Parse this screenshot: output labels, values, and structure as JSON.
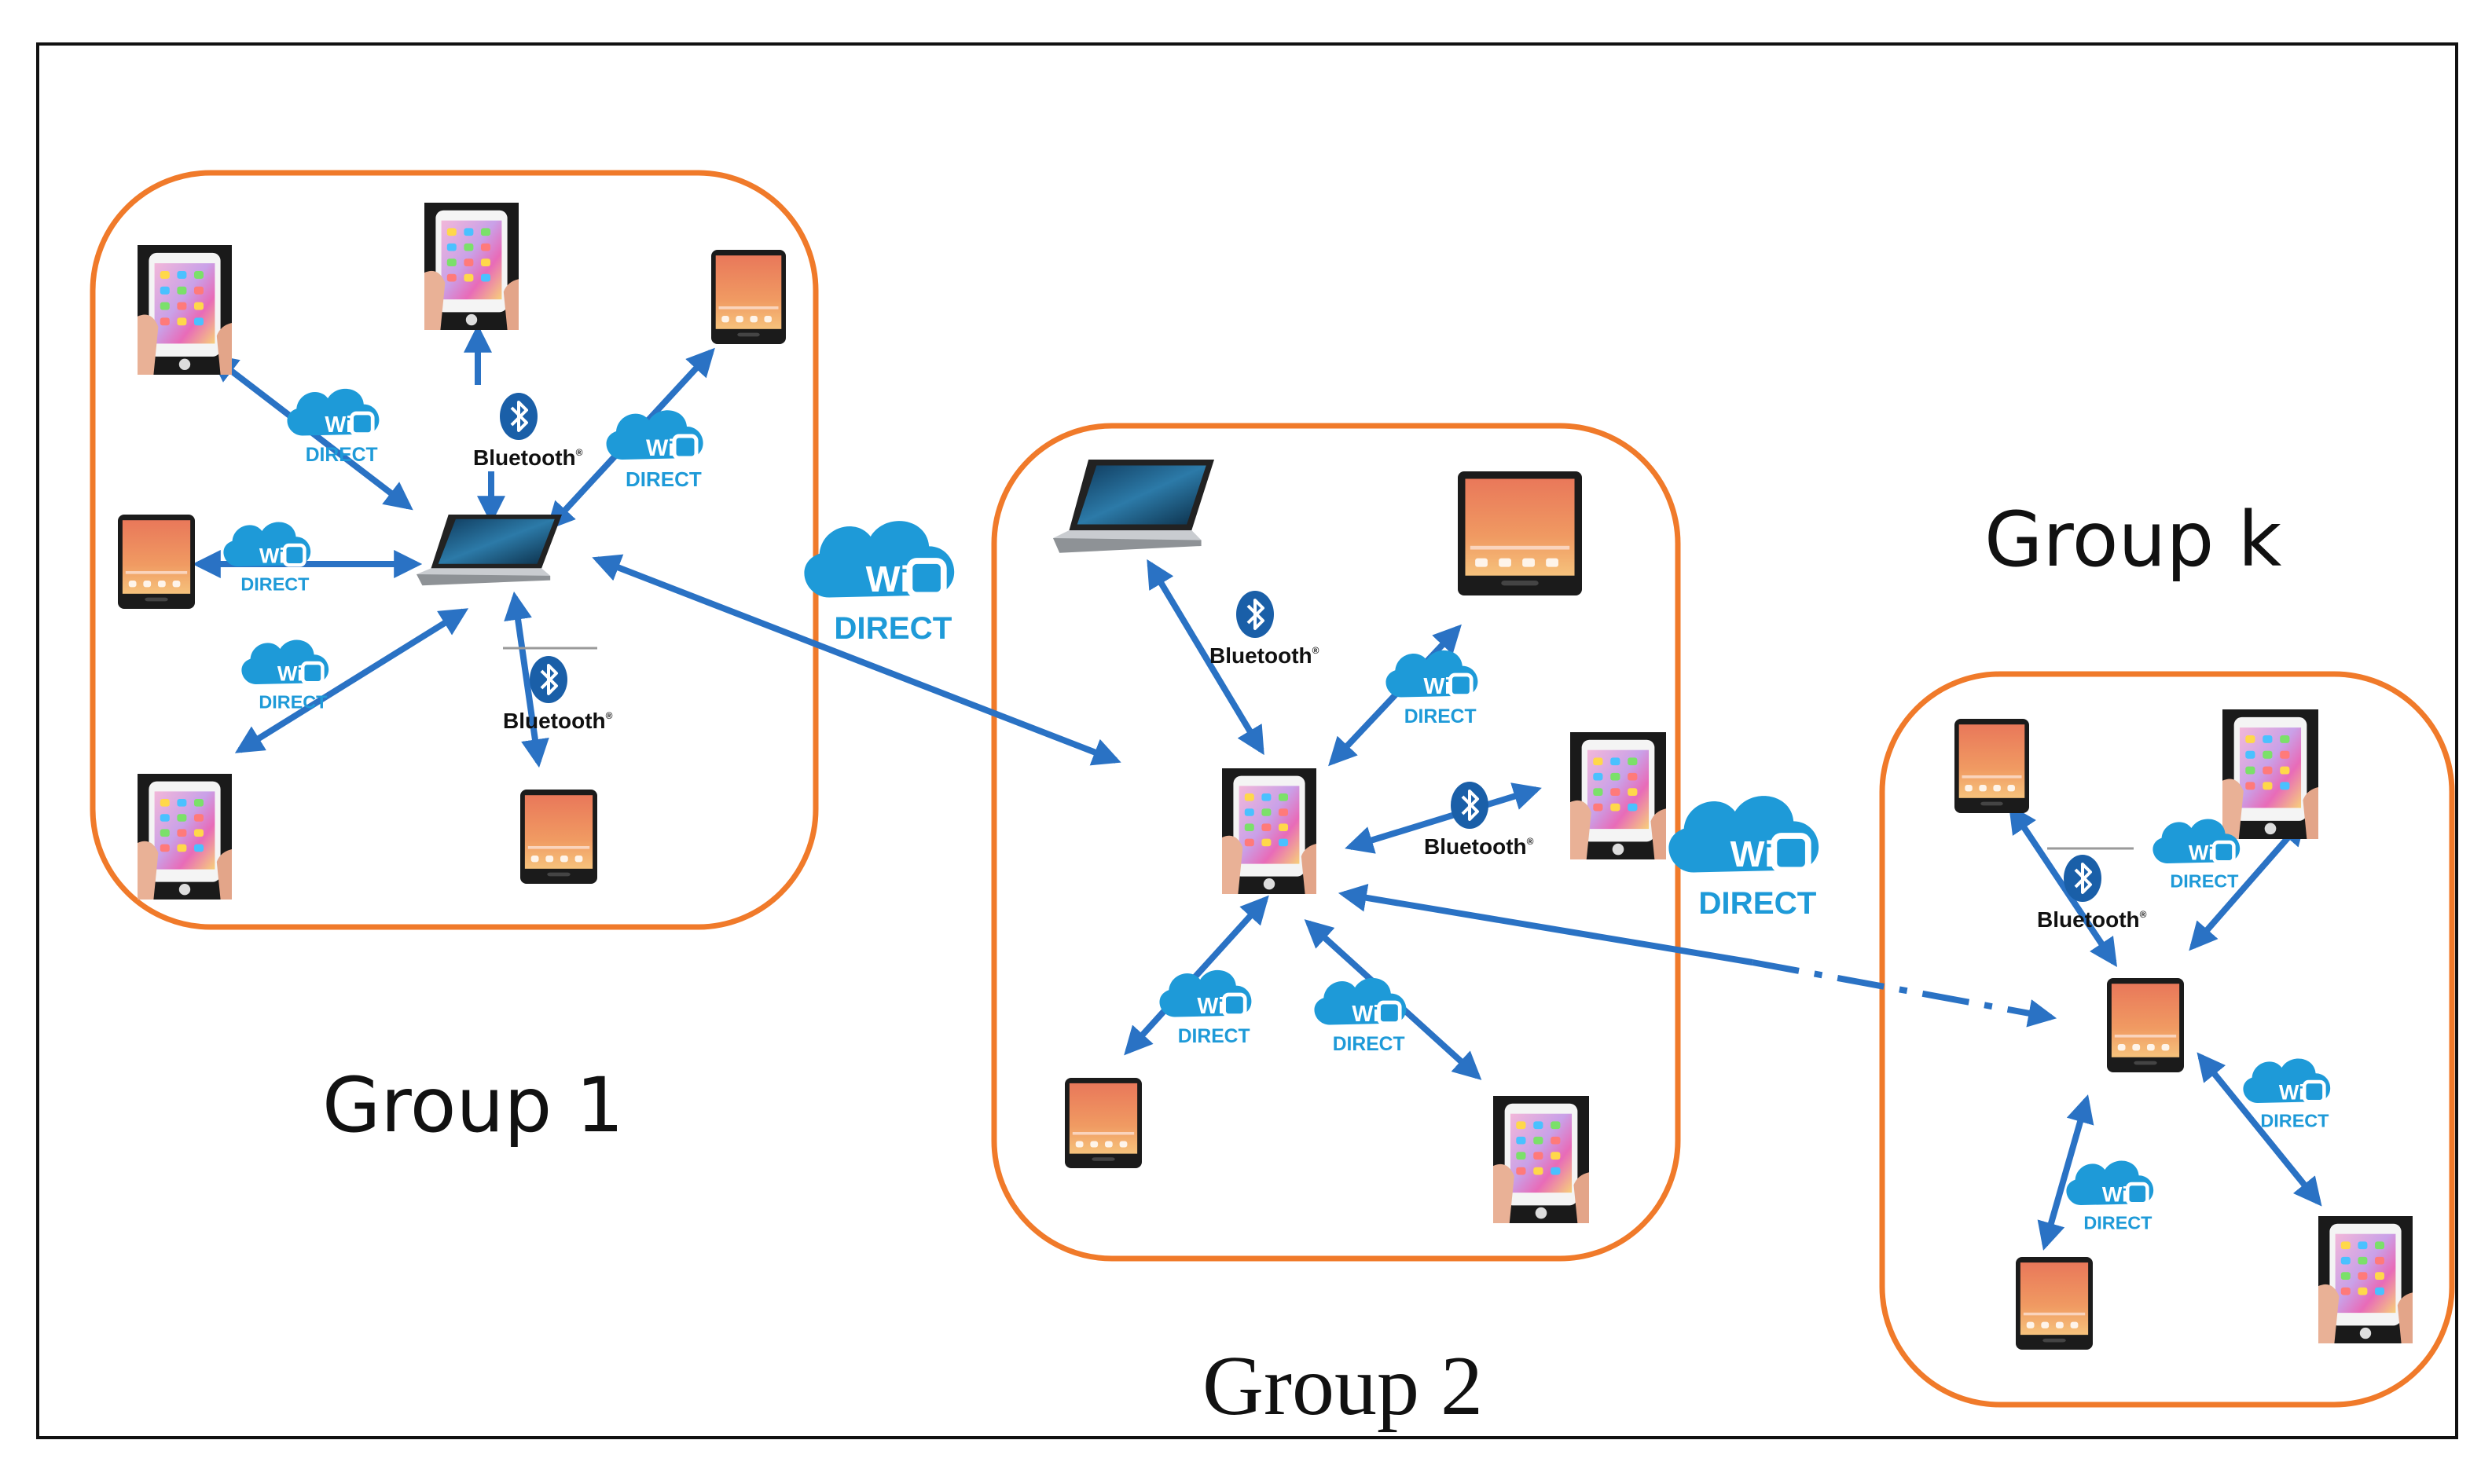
{
  "groups": [
    {
      "id": "group-1",
      "label": "Group 1"
    },
    {
      "id": "group-2",
      "label": "Group 2"
    },
    {
      "id": "group-k",
      "label": "Group k"
    }
  ],
  "badges": {
    "wifi_direct_logo": "Wi",
    "wifi_direct_text": "DIRECT",
    "bluetooth_text": "Bluetooth",
    "bluetooth_mark": "®"
  },
  "colors": {
    "group_border": "#f07a2a",
    "arrow": "#2a72c4",
    "wifi": "#1e9ad8",
    "frame": "#111111"
  },
  "icons": {
    "phone": "smartphone-icon",
    "tablet": "tablet-icon",
    "laptop": "laptop-icon",
    "bluetooth": "bluetooth-icon",
    "wifi_direct": "wifi-direct-icon"
  }
}
